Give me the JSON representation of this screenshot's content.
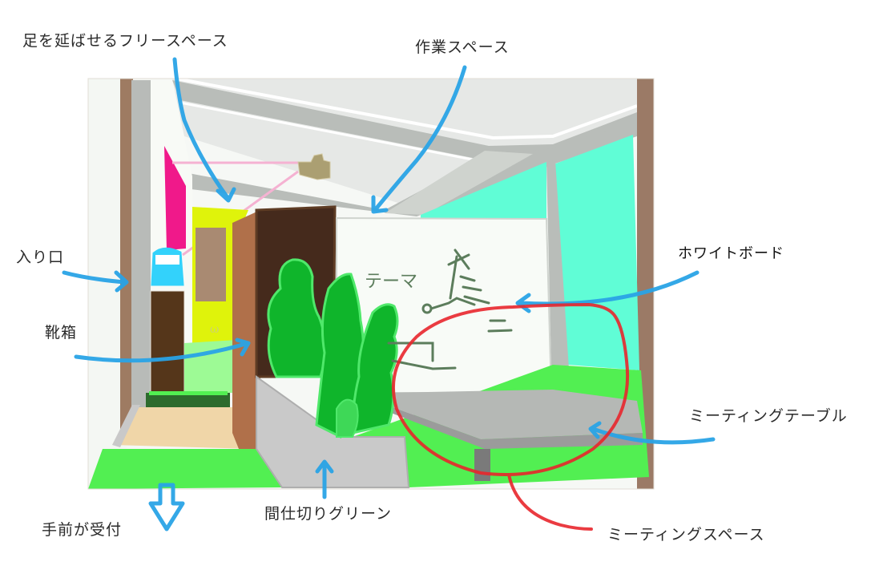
{
  "labels": {
    "free_space": "足を延ばせるフリースペース",
    "work_space": "作業スペース",
    "entrance": "入り口",
    "shoe_box": "靴箱",
    "whiteboard": "ホワイトボード",
    "meeting_table": "ミーティングテーブル",
    "reception": "手前が受付",
    "partition_green": "間仕切りグリーン",
    "meeting_space": "ミーティングスペース"
  },
  "whiteboard_content": {
    "theme": "テーマ"
  },
  "colors": {
    "annotation_arrow": "#29a3e6",
    "meeting_circle": "#e8262c",
    "floor_green": "#52ef52",
    "glass_wall": "#60fdd6",
    "plant": "#0fb52b",
    "plant_outline": "#4fe86a",
    "pink_poster": "#f0198a",
    "yellow_wall": "#dff30b",
    "dark_door": "#452a1c",
    "door_side": "#b0704a",
    "wood_frame": "#9b7a66",
    "ceiling": "#e6e8e6",
    "beam": "#b9bdb9",
    "shoe_box": "#55361a",
    "water_cooler": "#33d2fb",
    "entry_floor": "#f0d6a8",
    "table": "#b5b8b5",
    "planter": "#c9c9c9",
    "whiteboard_ink": "#5c7d5c"
  }
}
